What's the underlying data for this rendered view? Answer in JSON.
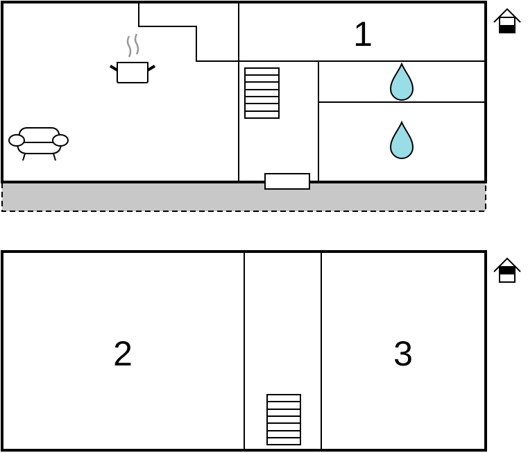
{
  "floors": [
    {
      "name": "ground-floor",
      "indicator_icon": "house-ground-floor-icon",
      "rooms": [
        {
          "label": "1"
        }
      ]
    },
    {
      "name": "upper-floor",
      "indicator_icon": "house-upper-floor-icon",
      "rooms": [
        {
          "label": "2"
        },
        {
          "label": "3"
        }
      ]
    }
  ],
  "colors": {
    "wall": "#000000",
    "terrace": "#c8c8c8",
    "water": "#99dde6",
    "steam": "#999999"
  }
}
